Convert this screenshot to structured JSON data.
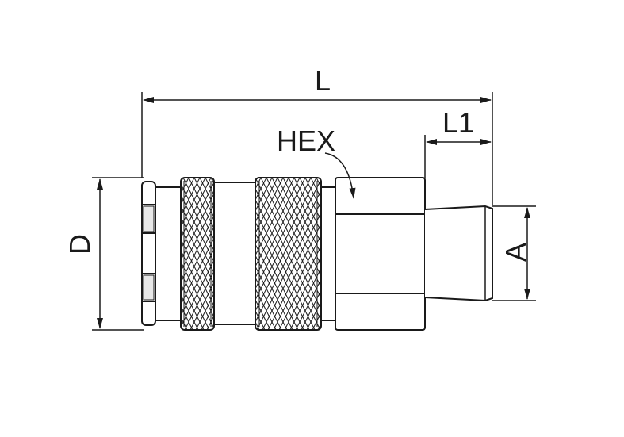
{
  "diagram": {
    "labels": {
      "overall_length": "L",
      "thread_length": "L1",
      "hex": "HEX",
      "outer_diameter": "D",
      "thread_diameter": "A"
    },
    "colors": {
      "stroke": "#1a1a1a",
      "background": "#ffffff"
    }
  }
}
